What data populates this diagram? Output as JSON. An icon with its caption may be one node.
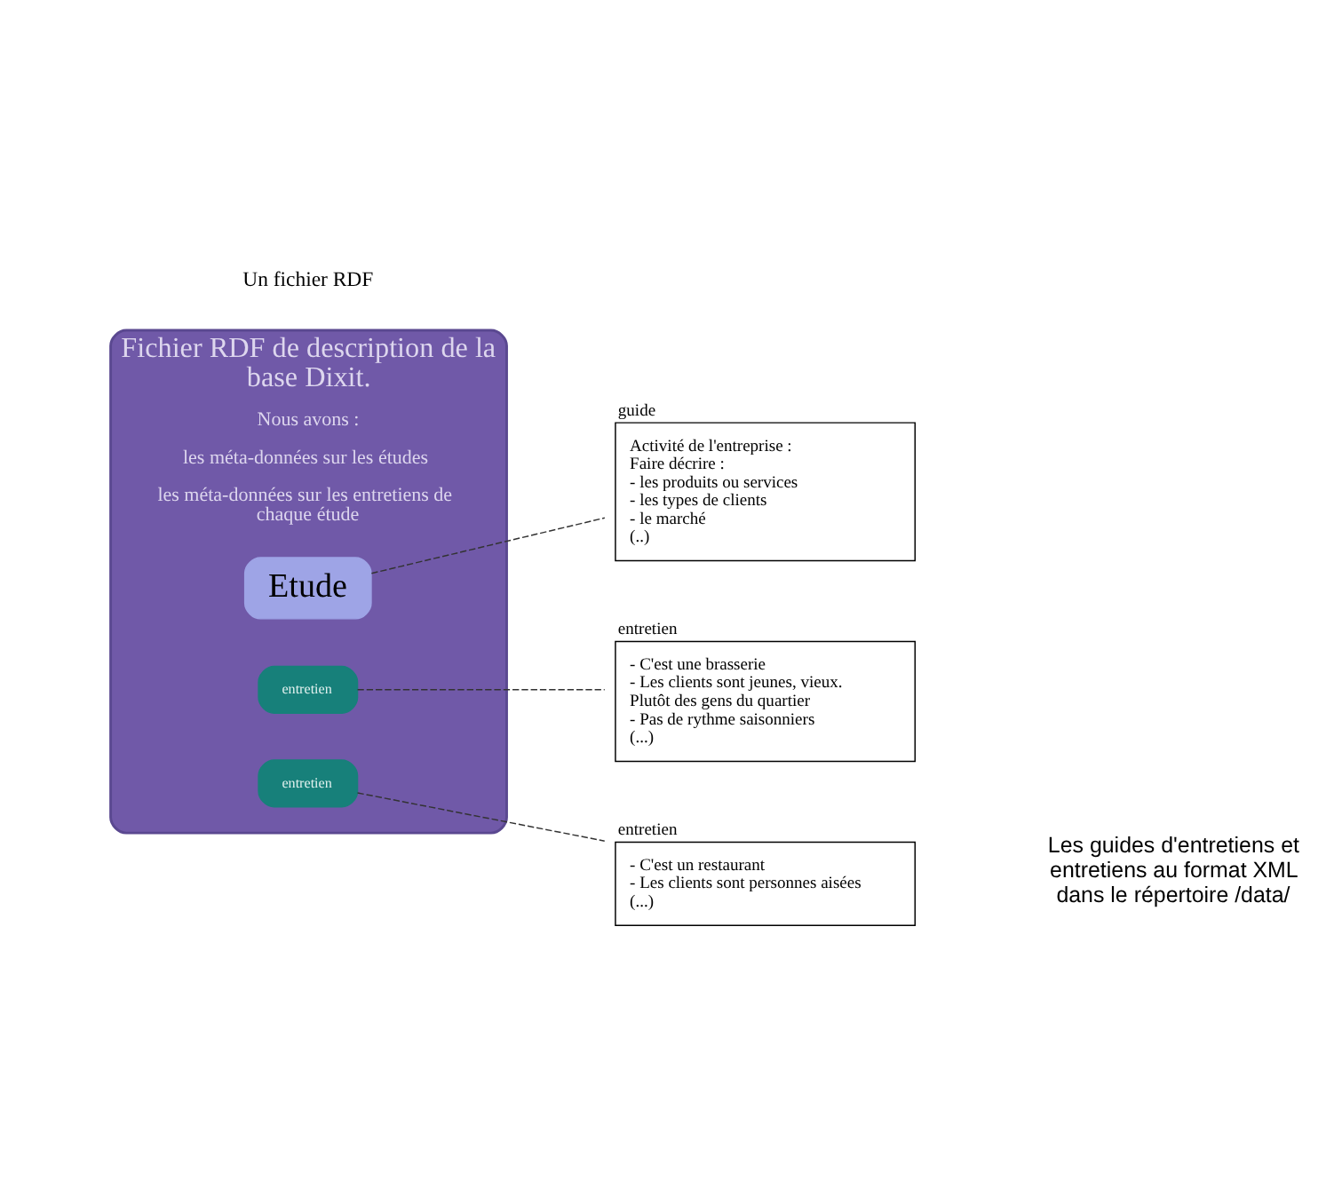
{
  "diagram": {
    "nodes": [
      {
        "text": [
          "Fichier RDF de description de la base Dixit.",
          "Nous avons :",
          "les méta-données sur les études",
          "les méta-données sur les entretiens de chaque étude"
        ],
        "beside": [
          "Un fichier RDF"
        ]
      },
      {
        "text": [
          "Etude"
        ],
        "in": 0
      },
      {
        "text": [
          "entretien"
        ],
        "in": 0
      },
      {
        "text": [
          "entretien"
        ],
        "in": 0
      },
      {
        "text": [
          "guide",
          "Activité de l'entreprise :",
          "Faire décrire :",
          "- les produits ou services",
          "- les types de clients",
          "- le marché",
          "(..)"
        ]
      },
      {
        "text": [
          "entretien",
          "- C'est une brasserie",
          "- Les clients sont jeunes, vieux.",
          "Plutôt des gens du quartier",
          "- Pas de rythme saisonniers",
          "(...)"
        ]
      },
      {
        "text": [
          "entretien",
          "- C'est un restaurant",
          "- Les clients sont personnes aisées",
          "(...)"
        ]
      }
    ],
    "edges": [
      {
        "from": 1,
        "to": 4,
        "arrow": "none",
        "style": "dashed"
      },
      {
        "from": 2,
        "to": 5,
        "arrow": "none",
        "style": "dashed"
      },
      {
        "from": 3,
        "to": 6,
        "arrow": "none",
        "style": "dashed"
      }
    ],
    "labels": [
      "Les guides d'entretiens et entretiens au format XML dans le répertoire /data/"
    ]
  }
}
